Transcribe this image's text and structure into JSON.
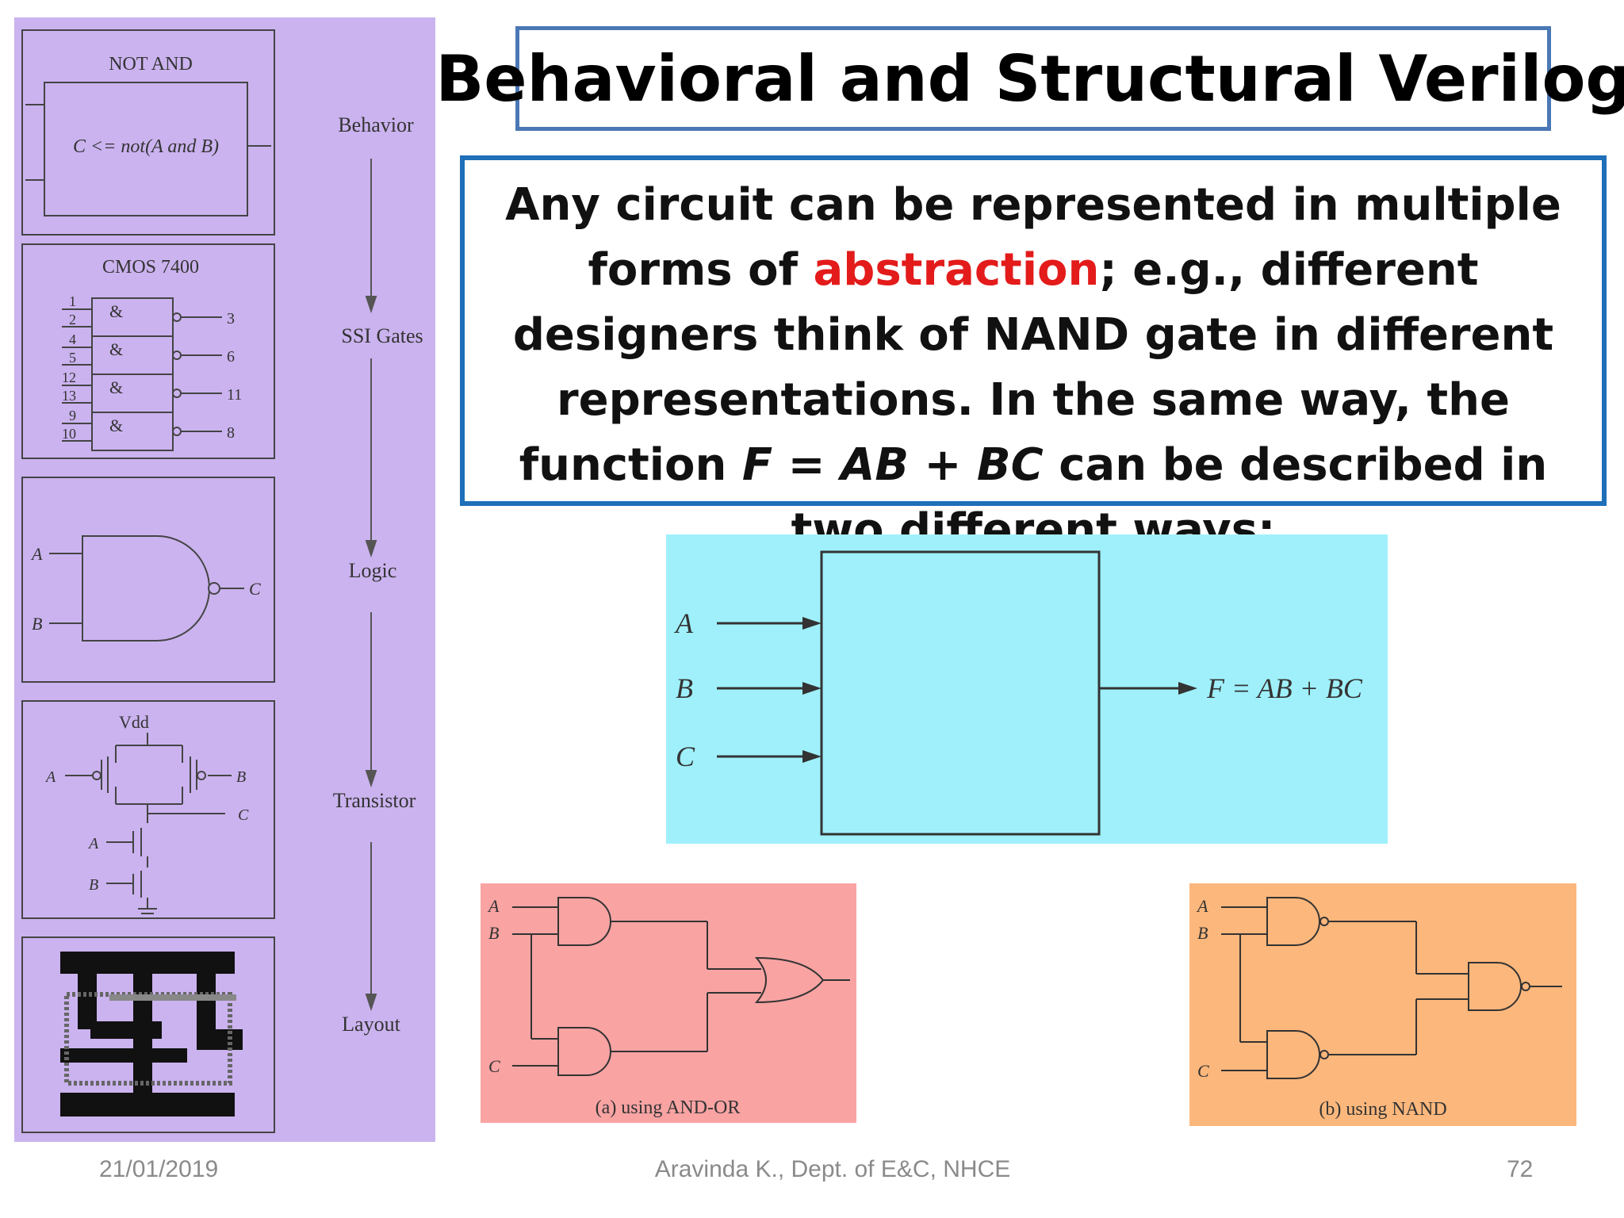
{
  "title": "Behavioral and Structural Verilog",
  "description": {
    "part1": "Any circuit can be represented in multiple forms of ",
    "highlight": "abstraction",
    "part2": "; e.g., different designers think of NAND gate in different representations. In the same way, the function ",
    "formula": "F = AB + BC",
    "part3": " can be described in two different ways:"
  },
  "abstraction_panel": {
    "not_and_title": "NOT AND",
    "behavior_code": "C <= not(A and B)",
    "cmos_title": "CMOS 7400",
    "pins_left": [
      "1",
      "2",
      "4",
      "5",
      "12",
      "13",
      "9",
      "10"
    ],
    "pins_right": [
      "3",
      "6",
      "11",
      "8"
    ],
    "gate_symbol": "&",
    "logic_inputs": [
      "A",
      "B"
    ],
    "logic_output": "C",
    "vdd": "Vdd",
    "transistor_labels": [
      "A",
      "B",
      "C",
      "A",
      "B"
    ],
    "levels": [
      "Behavior",
      "SSI Gates",
      "Logic",
      "Transistor",
      "Layout"
    ]
  },
  "block_diagram": {
    "inputs": [
      "A",
      "B",
      "C"
    ],
    "output": "F = AB + BC"
  },
  "and_or_diagram": {
    "inputs": [
      "A",
      "B",
      "C"
    ],
    "caption": "(a) using AND-OR"
  },
  "nand_diagram": {
    "inputs": [
      "A",
      "B",
      "C"
    ],
    "caption": "(b) using NAND"
  },
  "footer": {
    "date": "21/01/2019",
    "author": "Aravinda K., Dept. of E&C, NHCE",
    "page": "72"
  },
  "colors": {
    "left_panel": "#cbb3ef",
    "block_bg": "#9ff0fb",
    "and_or_bg": "#f9a3a3",
    "nand_bg": "#fcb77c",
    "title_border": "#4a78b5",
    "desc_border": "#1f6fb9",
    "highlight": "#e31b1b"
  }
}
